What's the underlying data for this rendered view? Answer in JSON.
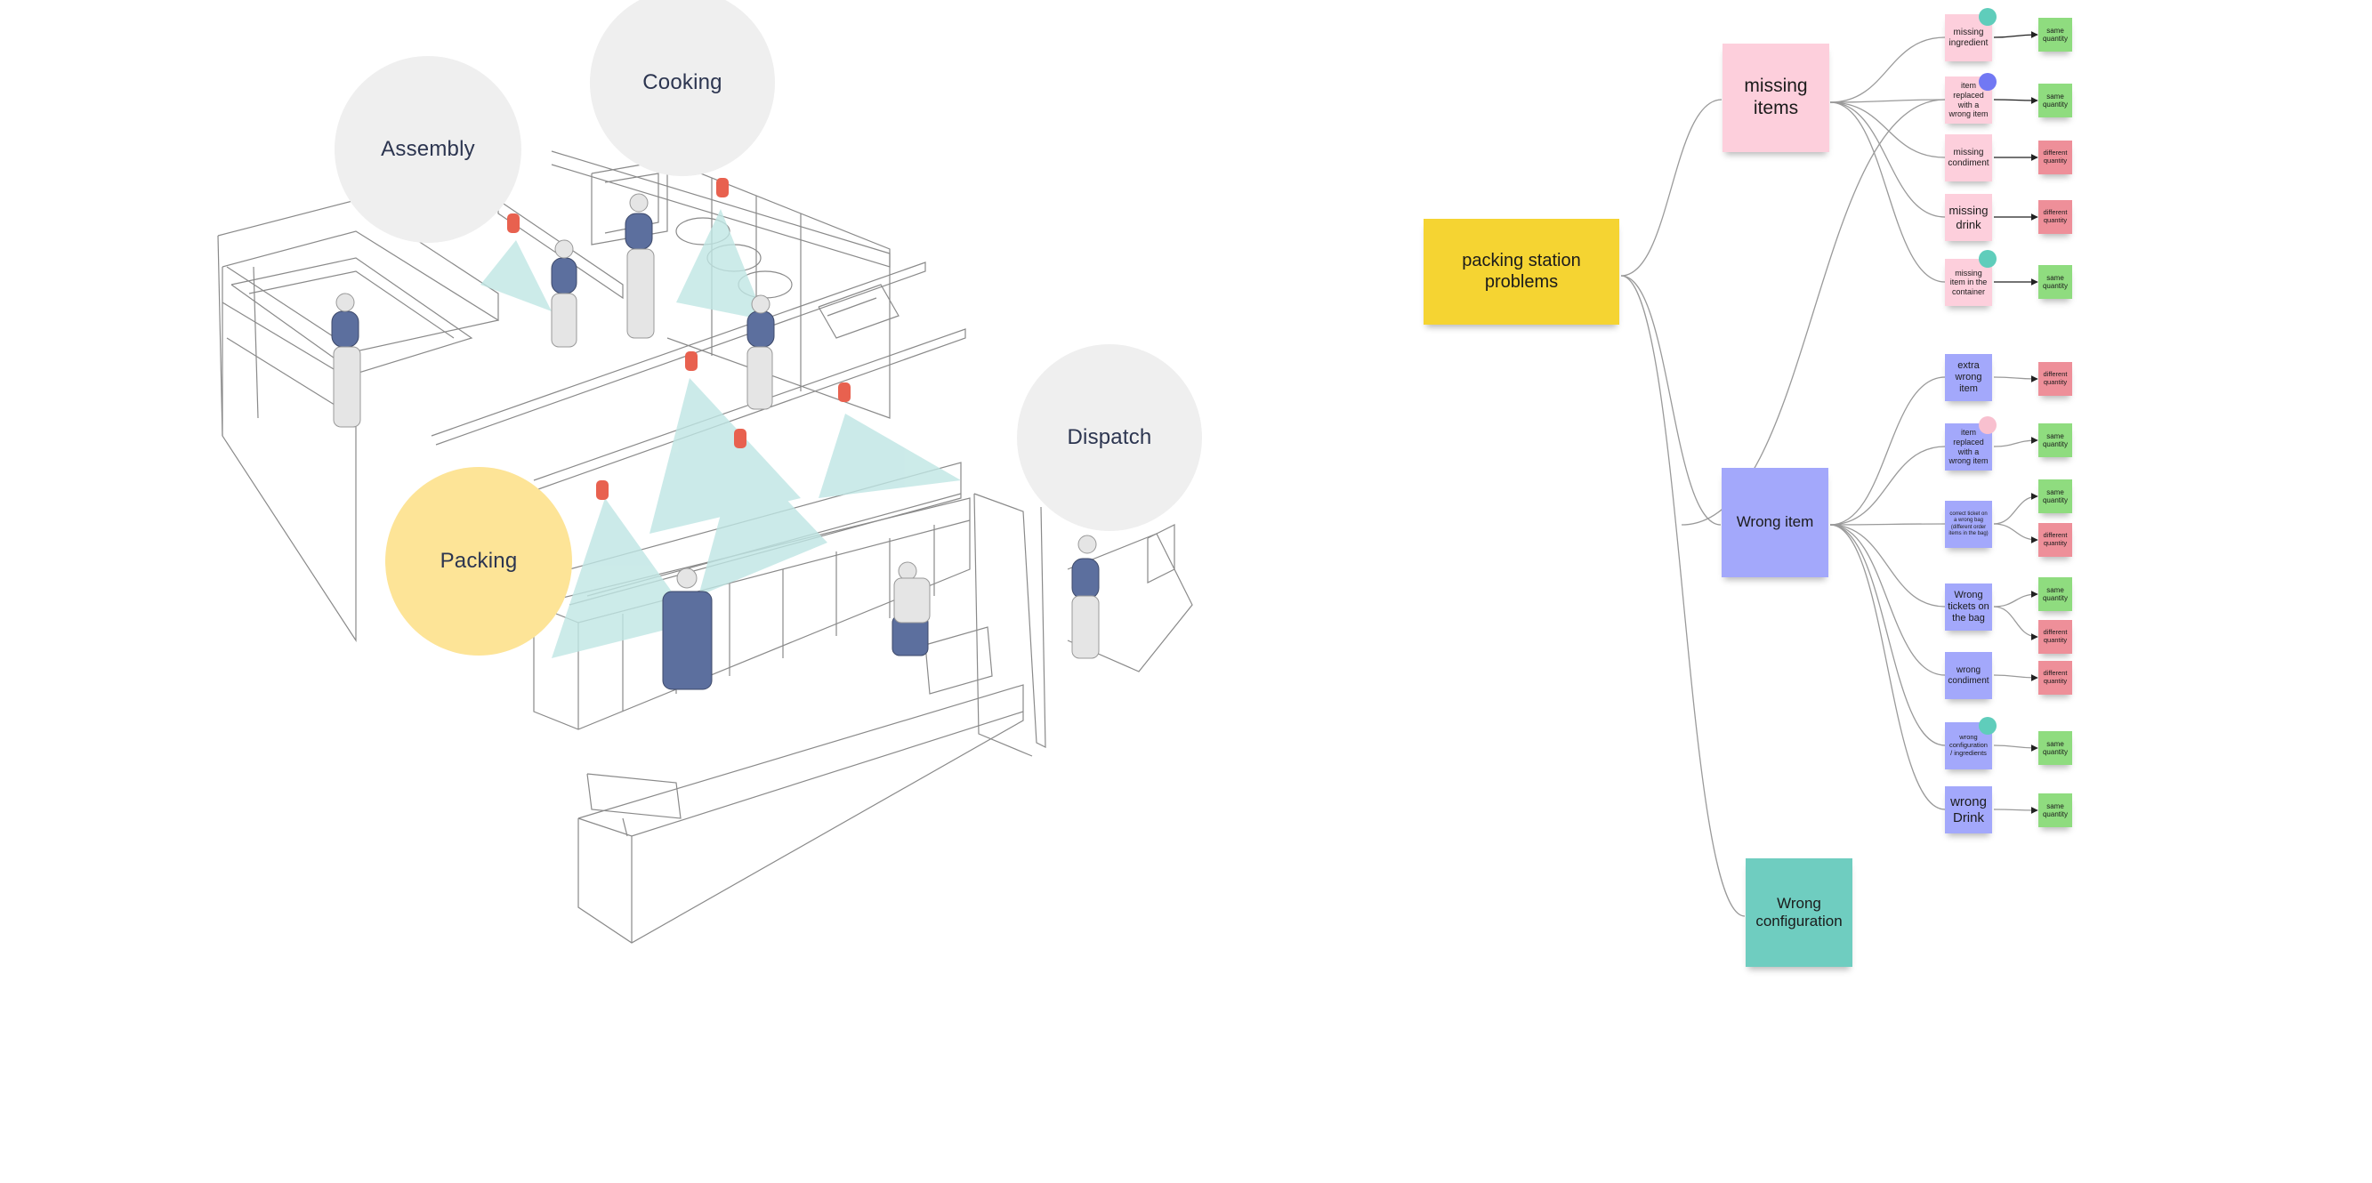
{
  "stations": [
    {
      "id": "assembly",
      "label": "Assembly",
      "style": "grey"
    },
    {
      "id": "cooking",
      "label": "Cooking",
      "style": "grey"
    },
    {
      "id": "dispatch",
      "label": "Dispatch",
      "style": "grey"
    },
    {
      "id": "packing",
      "label": "Packing",
      "style": "yellow"
    }
  ],
  "mindmap": {
    "root": {
      "label": "packing station problems",
      "color": "#f5d432"
    },
    "categories": [
      {
        "id": "missing",
        "label": "missing items",
        "color": "#fdcfdc",
        "items": [
          {
            "label": "missing ingredient",
            "outcome": "same quantity",
            "dot": "teal"
          },
          {
            "label": "item replaced with a wrong item",
            "outcome": "same quantity",
            "dot": "blue"
          },
          {
            "label": "missing condiment",
            "outcome": "different quantity"
          },
          {
            "label": "missing drink",
            "outcome": "different quantity"
          },
          {
            "label": "missing item in the container",
            "outcome": "same quantity",
            "dot": "teal"
          }
        ]
      },
      {
        "id": "wrong",
        "label": "Wrong item",
        "color": "#a3a8fb",
        "items": [
          {
            "label": "extra wrong item",
            "outcome": "different quantity"
          },
          {
            "label": "item replaced with a wrong item",
            "outcome": "same quantity",
            "dot": "pink"
          },
          {
            "label": "correct ticket on a wrong bag (different order items in the bag)",
            "outcomes": [
              "same quantity",
              "different quantity"
            ]
          },
          {
            "label": "Wrong tickets on the bag",
            "outcomes": [
              "same quantity",
              "different quantity"
            ]
          },
          {
            "label": "wrong condiment",
            "outcome": "different quantity"
          },
          {
            "label": "wrong configuration / ingredients",
            "outcome": "same quantity",
            "dot": "teal"
          },
          {
            "label": "wrong Drink",
            "outcome": "same quantity"
          }
        ]
      },
      {
        "id": "config",
        "label": "Wrong configuration",
        "color": "#6fcdc0",
        "items": []
      }
    ]
  },
  "colors": {
    "outcome_same": "#8fdc7f",
    "outcome_different": "#ee8f99",
    "connector": "#9a9a9a",
    "figure": "#5c6f9e",
    "sensor": "#e8614f",
    "cone": "#bfe6e4"
  }
}
